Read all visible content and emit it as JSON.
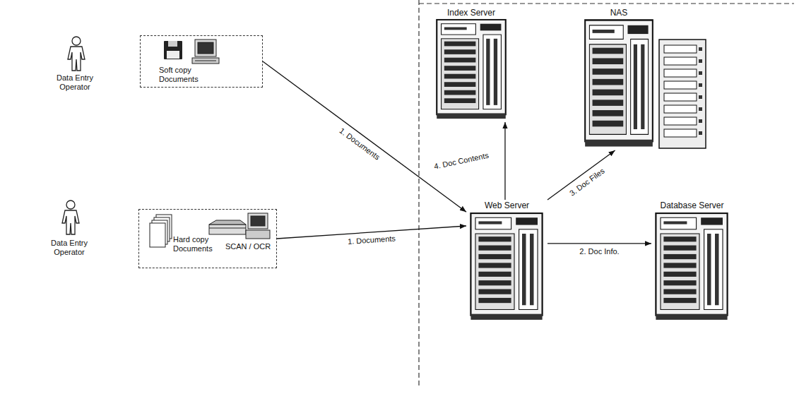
{
  "diagram": {
    "nodes": [
      {
        "text": [
          "Soft copy Documents"
        ]
      },
      {
        "text": [
          "Hard copy Documents",
          "SCAN / OCR"
        ]
      },
      {
        "text": [
          "Index Server"
        ]
      },
      {
        "text": [
          "NAS"
        ]
      },
      {
        "text": [
          "Web Server"
        ]
      },
      {
        "text": [
          "Database Server"
        ]
      }
    ],
    "edges": [
      {
        "from": 0,
        "to": 4,
        "label": "1. Documents",
        "arrow": "to"
      },
      {
        "from": 1,
        "to": 4,
        "label": "1. Documents",
        "arrow": "to"
      },
      {
        "from": 4,
        "to": 5,
        "label": "2. Doc Info.",
        "arrow": "to"
      },
      {
        "from": 4,
        "to": 3,
        "label": "3. Doc Files",
        "arrow": "to"
      },
      {
        "from": 4,
        "to": 2,
        "label": "4. Doc Contents",
        "arrow": "to"
      }
    ],
    "labels": [
      "Data Entry Operator",
      "Data Entry Operator"
    ]
  }
}
